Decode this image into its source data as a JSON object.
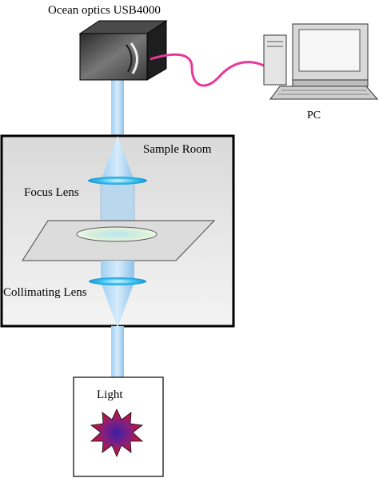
{
  "labels": {
    "spectrometer": "Ocean optics USB4000",
    "pc": "PC",
    "sample_room": "Sample Room",
    "focus_lens": "Focus Lens",
    "collimating_lens": "Collimating Lens",
    "light": "Light"
  },
  "colors": {
    "beam": "#8fc8ef",
    "lens": "#19b6e8",
    "cable": "#e8399a",
    "room_fill": "#e4e4e4",
    "star_outer": "#c8102e",
    "star_inner": "#5a1f9a"
  },
  "icons": {
    "computer": "computer-icon",
    "spectrometer": "spectrometer-icon",
    "light_source": "star-burst-icon"
  }
}
